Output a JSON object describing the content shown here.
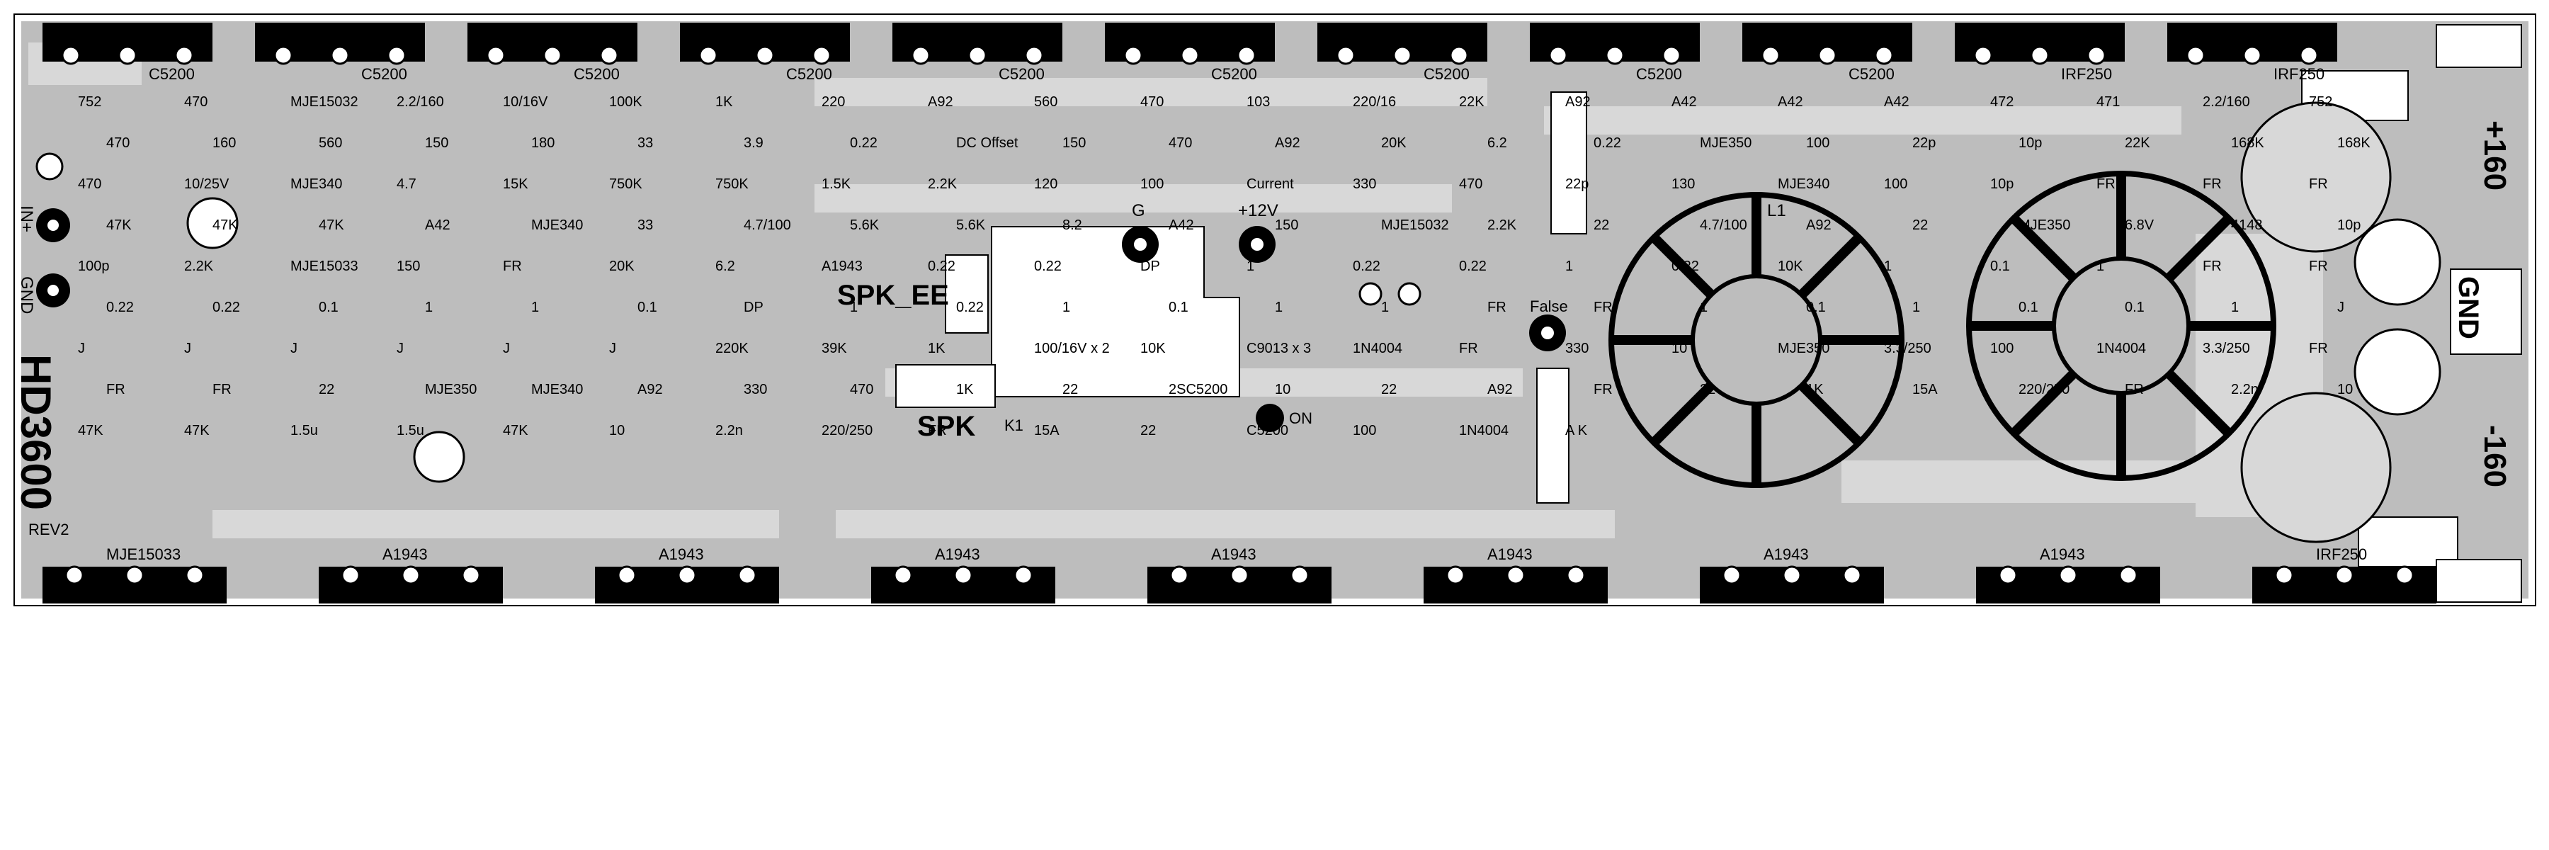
{
  "board": {
    "title": "HD3600",
    "revision": "REV2",
    "colors": {
      "copper": "#bdbdbd",
      "silk": "#000000",
      "paper": "#ffffff",
      "pad": "#ffffff"
    }
  },
  "connectors": {
    "input": "IN+",
    "ground": "GND",
    "speaker_ee": "SPK_EE",
    "speaker": "SPK",
    "relay": "K1",
    "supply_pos": "+160",
    "supply_neg": "-160",
    "supply_gnd": "GND",
    "aux_g": "G",
    "aux_12v": "+12V",
    "false_pad": "False",
    "on_led": "ON"
  },
  "inductor": "L1",
  "top_row": [
    "C5200",
    "C5200",
    "C5200",
    "C5200",
    "C5200",
    "C5200",
    "C5200",
    "C5200",
    "C5200",
    "IRF250",
    "IRF250"
  ],
  "bottom_row": [
    "MJE15033",
    "A1943",
    "A1943",
    "A1943",
    "A1943",
    "A1943",
    "A1943",
    "A1943",
    "IRF250"
  ],
  "labels": [
    "752",
    "470",
    "MJE15032",
    "2.2/160",
    "10/16V",
    "100K",
    "1K",
    "220",
    "A92",
    "560",
    "470",
    "103",
    "220/16",
    "22K",
    "A92",
    "A42",
    "A42",
    "A42",
    "472",
    "471",
    "2.2/160",
    "752",
    "470",
    "160",
    "560",
    "150",
    "180",
    "33",
    "3.9",
    "0.22",
    "DC Offset",
    "150",
    "470",
    "A92",
    "20K",
    "6.2",
    "0.22",
    "MJE350",
    "100",
    "22p",
    "10p",
    "22K",
    "168K",
    "168K",
    "470",
    "10/25V",
    "MJE340",
    "4.7",
    "15K",
    "750K",
    "750K",
    "1.5K",
    "2.2K",
    "120",
    "100",
    "Current",
    "330",
    "470",
    "22p",
    "130",
    "MJE340",
    "100",
    "10p",
    "FR",
    "FR",
    "FR",
    "47K",
    "47K",
    "47K",
    "A42",
    "MJE340",
    "33",
    "4.7/100",
    "5.6K",
    "5.6K",
    "8.2",
    "A42",
    "150",
    "MJE15032",
    "2.2K",
    "22",
    "4.7/100",
    "A92",
    "22",
    "MJE350",
    "6.8V",
    "4148",
    "10p",
    "100p",
    "2.2K",
    "MJE15033",
    "150",
    "FR",
    "20K",
    "6.2",
    "A1943",
    "0.22",
    "0.22",
    "DP",
    "1",
    "0.22",
    "0.22",
    "1",
    "0.22",
    "10K",
    "1",
    "0.1",
    "1",
    "FR",
    "FR",
    "0.22",
    "0.22",
    "0.1",
    "1",
    "1",
    "0.1",
    "DP",
    "1",
    "0.22",
    "1",
    "0.1",
    "1",
    "1",
    "FR",
    "FR",
    "1",
    "0.1",
    "1",
    "0.1",
    "0.1",
    "1",
    "J",
    "J",
    "J",
    "J",
    "J",
    "J",
    "J",
    "220K",
    "39K",
    "1K",
    "100/16V x 2",
    "10K",
    "C9013 x 3",
    "1N4004",
    "FR",
    "330",
    "10",
    "MJE350",
    "3.3/250",
    "100",
    "1N4004",
    "3.3/250",
    "FR",
    "FR",
    "FR",
    "22",
    "MJE350",
    "MJE340",
    "A92",
    "330",
    "470",
    "1K",
    "22",
    "2SC5200",
    "10",
    "22",
    "A92",
    "FR",
    "22",
    "1K",
    "15A",
    "220/250",
    "FR",
    "2.2n",
    "10",
    "47K",
    "47K",
    "1.5u",
    "1.5u",
    "47K",
    "10",
    "2.2n",
    "220/250",
    "FR",
    "15A",
    "22",
    "C5200",
    "100",
    "1N4004",
    "A K"
  ]
}
